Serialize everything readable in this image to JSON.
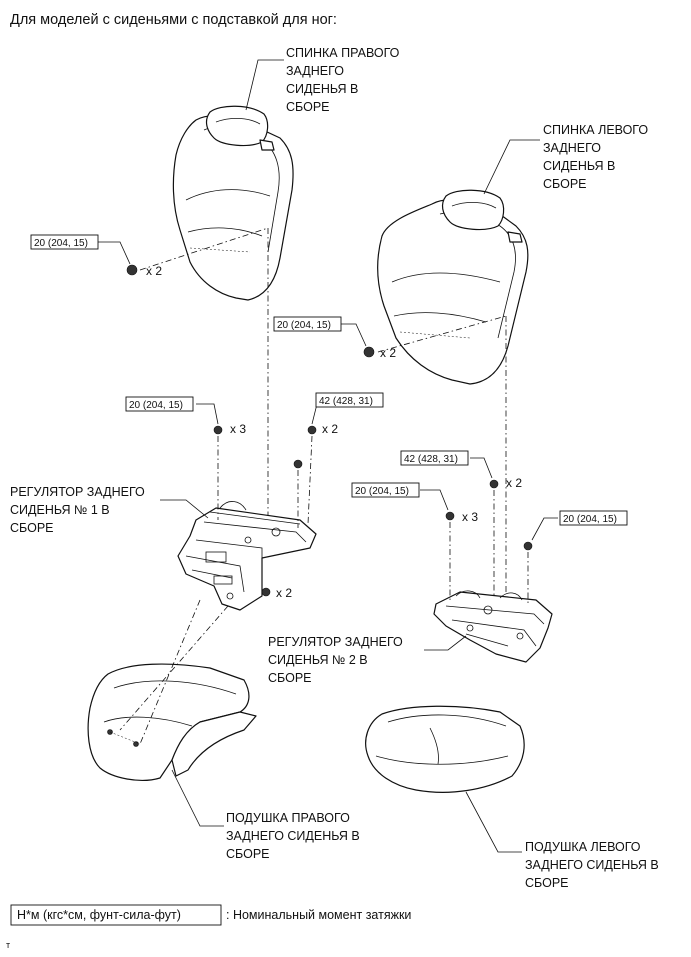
{
  "header": "Для моделей с сиденьями с подставкой для ног:",
  "labels": {
    "rh_seatback": [
      "СПИНКА ПРАВОГО",
      "ЗАДНЕГО",
      "СИДЕНЬЯ В",
      "СБОРЕ"
    ],
    "lh_seatback": [
      "СПИНКА ЛЕВОГО",
      "ЗАДНЕГО",
      "СИДЕНЬЯ В",
      "СБОРЕ"
    ],
    "adjuster_1": [
      "РЕГУЛЯТОР ЗАДНЕГО",
      "СИДЕНЬЯ № 1 В",
      "СБОРЕ"
    ],
    "adjuster_2": [
      "РЕГУЛЯТОР ЗАДНЕГО",
      "СИДЕНЬЯ № 2 В",
      "СБОРЕ"
    ],
    "rh_cushion": [
      "ПОДУШКА ПРАВОГО",
      "ЗАДНЕГО СИДЕНЬЯ В",
      "СБОРЕ"
    ],
    "lh_cushion": [
      "ПОДУШКА ЛЕВОГО",
      "ЗАДНЕГО СИДЕНЬЯ В",
      "СБОРЕ"
    ]
  },
  "torque": {
    "t20": "20 (204, 15)",
    "t42": "42 (428, 31)"
  },
  "quantities": {
    "x2": "x 2",
    "x3": "x 3"
  },
  "legend": {
    "units": "Н*м (кгс*см, фунт-сила-фут)",
    "text": ": Номинальный момент затяжки"
  },
  "footer_mark": "т"
}
